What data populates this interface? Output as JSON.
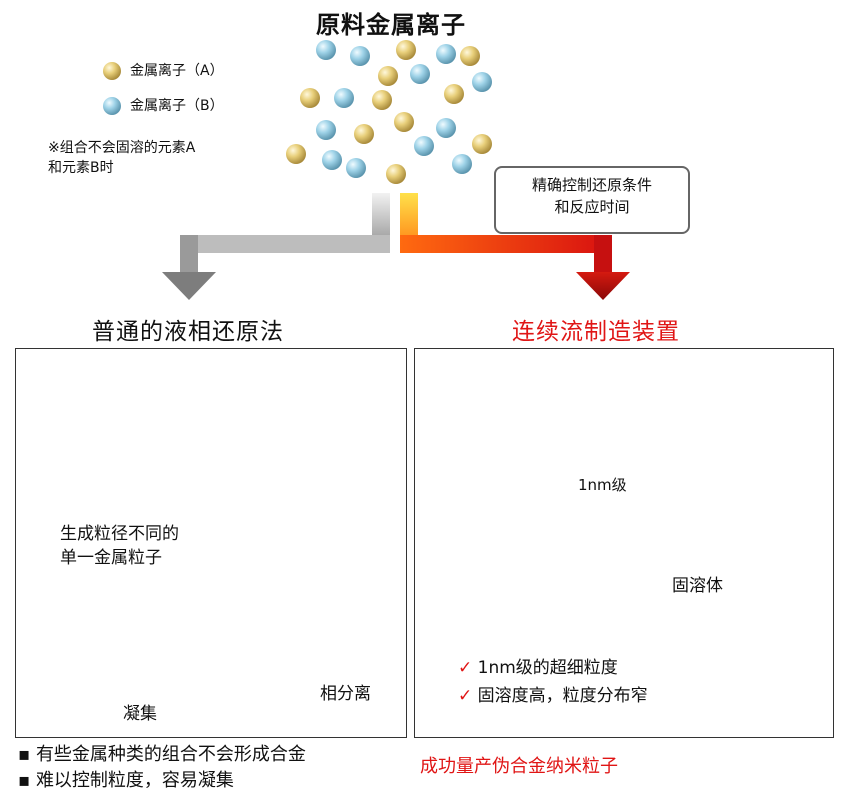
{
  "source": {
    "title": "原料金属离子",
    "legend_a": "金属离子（A）",
    "legend_b": "金属离子（B）",
    "note_line1": "※组合不会固溶的元素A",
    "note_line2": "和元素B时"
  },
  "callout": {
    "line1": "精确控制还原条件",
    "line2": "和反应时间"
  },
  "left": {
    "heading": "普通的液相还原法",
    "label_line1": "生成粒径不同的",
    "label_line2": "单一金属粒子",
    "aggregation": "凝集",
    "phase_sep": "相分离",
    "bullets": [
      "有些金属种类的组合不会形成合金",
      "难以控制粒度，容易凝集"
    ]
  },
  "right": {
    "heading": "连续流制造装置",
    "size_label": "1nm级",
    "solid_solution": "固溶体",
    "checks": [
      "1nm级的超细粒度",
      "固溶度高，粒度分布窄"
    ],
    "result": "成功量产伪合金纳米粒子"
  },
  "colors": {
    "gold": "#e0aa10",
    "blue": "#1890cc",
    "accent_red": "#e01515"
  }
}
